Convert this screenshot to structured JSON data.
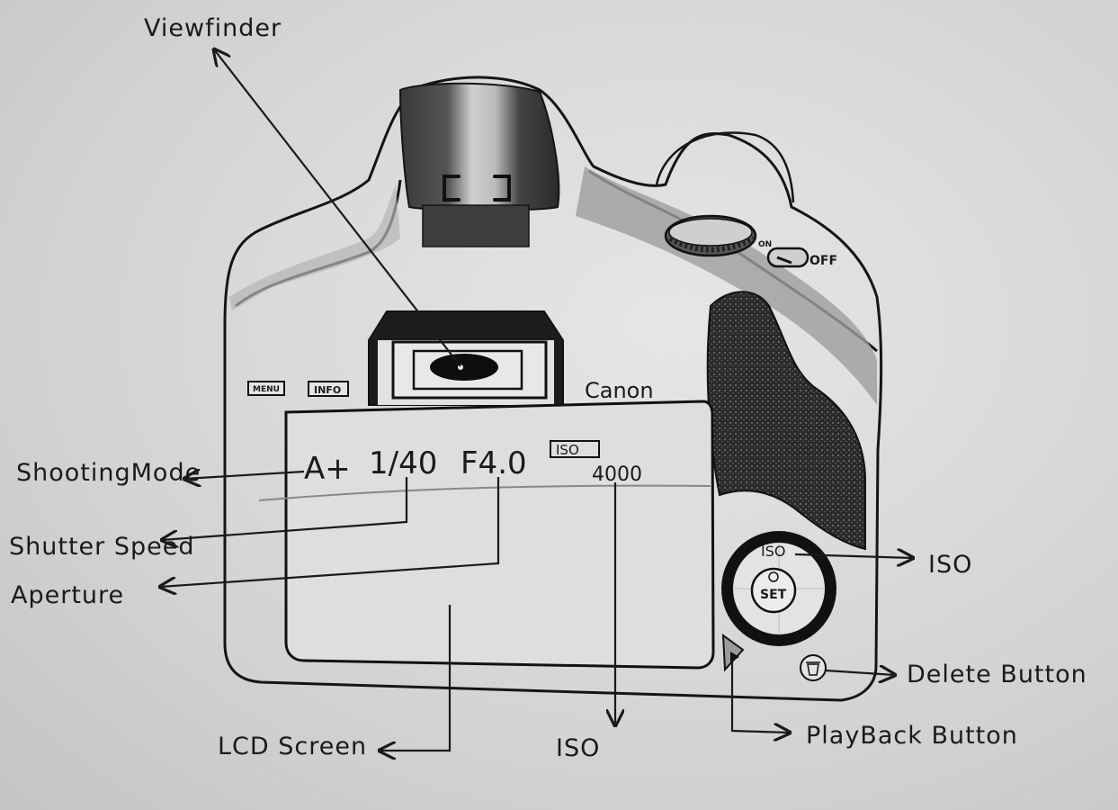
{
  "labels": {
    "viewfinder": "Viewfinder",
    "shooting_mode": "ShootingMode",
    "shutter_speed": "Shutter Speed",
    "aperture": "Aperture",
    "lcd_screen": "LCD Screen",
    "iso_bottom": "ISO",
    "iso_right": "ISO",
    "delete_button": "Delete Button",
    "playback_button": "PlayBack Button"
  },
  "camera": {
    "brand": "Canon",
    "menu_button": "MENU",
    "info_button": "INFO",
    "on_label": "ON",
    "off_label": "OFF",
    "dial_iso_label": "ISO",
    "set_button": "SET"
  },
  "lcd": {
    "mode": "A+",
    "shutter": "1/40",
    "aperture": "F4.0",
    "iso_tag": "ISO",
    "iso_value": "4000"
  }
}
